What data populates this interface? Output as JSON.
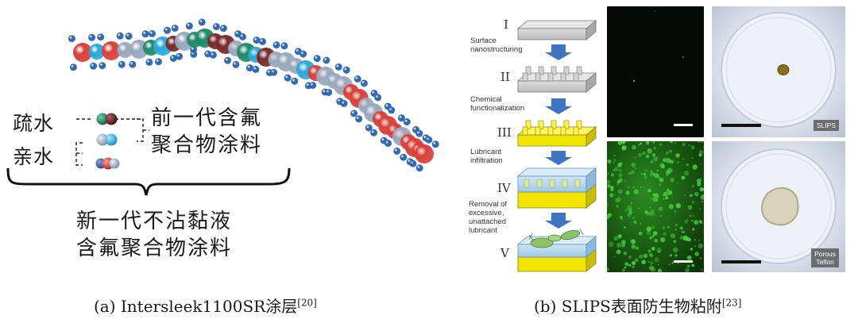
{
  "panel_a": {
    "label_hydrophobic": "疏水",
    "label_hydrophilic": "亲水",
    "label_prev_gen_line1": "前一代含氟",
    "label_prev_gen_line2": "聚合物涂料",
    "label_new_gen_line1": "新一代不沾黏液",
    "label_new_gen_line2": "含氟聚合物涂料",
    "caption_text": "(a) Intersleek1100SR涂层",
    "caption_ref": "[20]"
  },
  "panel_b": {
    "steps": [
      {
        "roman": "I",
        "text": ""
      },
      {
        "roman": "II",
        "text": ""
      },
      {
        "roman": "III",
        "text": ""
      },
      {
        "roman": "IV",
        "text": ""
      },
      {
        "roman": "V",
        "text": ""
      }
    ],
    "transitions": [
      "Surface\nnanostructuring",
      "Chemical\nfunctionalization",
      "Lubricant\ninfiltration",
      "Removal of\nexcessive,\nunattached\nlubricant"
    ],
    "photo_tag_top": "SLIPS",
    "photo_tag_bottom_line1": "Porous",
    "photo_tag_bottom_line2": "Teflon",
    "caption_text": "(b) SLIPS表面防生物粘附",
    "caption_ref": "[23]"
  },
  "colors": {
    "bead_red": "#d8403a",
    "bead_blue": "#2a64ad",
    "bead_grey": "#9aa8bd",
    "bead_cyan": "#2ba8d8",
    "bead_teal": "#1f8a6a",
    "bead_darkred": "#7a2a2a",
    "fluorescent_green": "#46d23c",
    "layer_yellow": "#f2e500",
    "arrow_blue": "#3f74c3"
  }
}
